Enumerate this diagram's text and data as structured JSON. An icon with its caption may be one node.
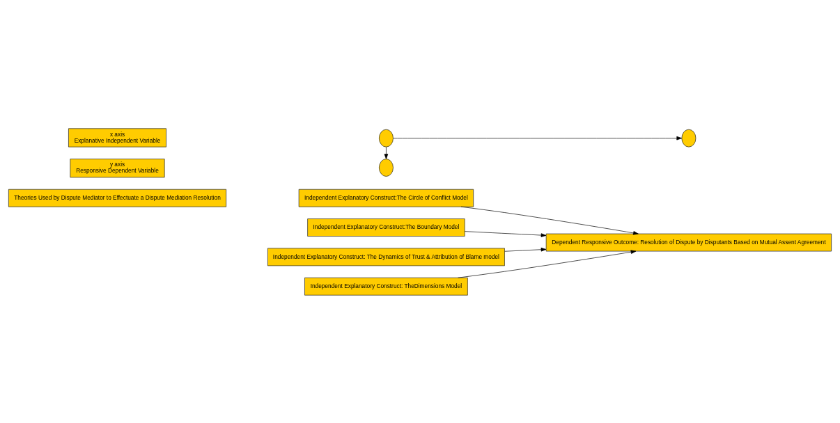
{
  "diagram": {
    "nodes": [
      {
        "text": [
          "Theories Used by Dispute Mediator to Effectuate a Dispute Mediation Resolution"
        ]
      },
      {
        "text": [],
        "shape": "circle"
      },
      {
        "text": [
          "y axis",
          "Responsive Dependent Variable"
        ]
      },
      {
        "text": [],
        "shape": "circle"
      },
      {
        "text": [],
        "shape": "circle"
      },
      {
        "text": [
          "x axis",
          "Explanative Independent Variable"
        ]
      },
      {
        "text": [
          "Independent Explanatory Construct:The Circle of Conflict Model"
        ]
      },
      {
        "text": [
          "Independent Explanatory Construct:The Boundary Model"
        ]
      },
      {
        "text": [
          "Independent Explanatory Construct: The Dynamics of Trust & Attribution of Blame model"
        ]
      },
      {
        "text": [
          "Independent Explanatory Construct: TheDimensions Model"
        ]
      },
      {
        "text": [
          "Dependent Responsive Outcome: Resolution of Dispute by Disputants Based on Mutual Assent Agreement"
        ]
      }
    ],
    "edges": [
      {
        "from": 3,
        "to": 1,
        "arrow": "to"
      },
      {
        "from": 3,
        "to": 4,
        "arrow": "to"
      },
      {
        "from": 6,
        "to": 10,
        "arrow": "to"
      },
      {
        "from": 7,
        "to": 10,
        "arrow": "to"
      },
      {
        "from": 8,
        "to": 10,
        "arrow": "to"
      },
      {
        "from": 9,
        "to": 10,
        "arrow": "to"
      }
    ]
  }
}
